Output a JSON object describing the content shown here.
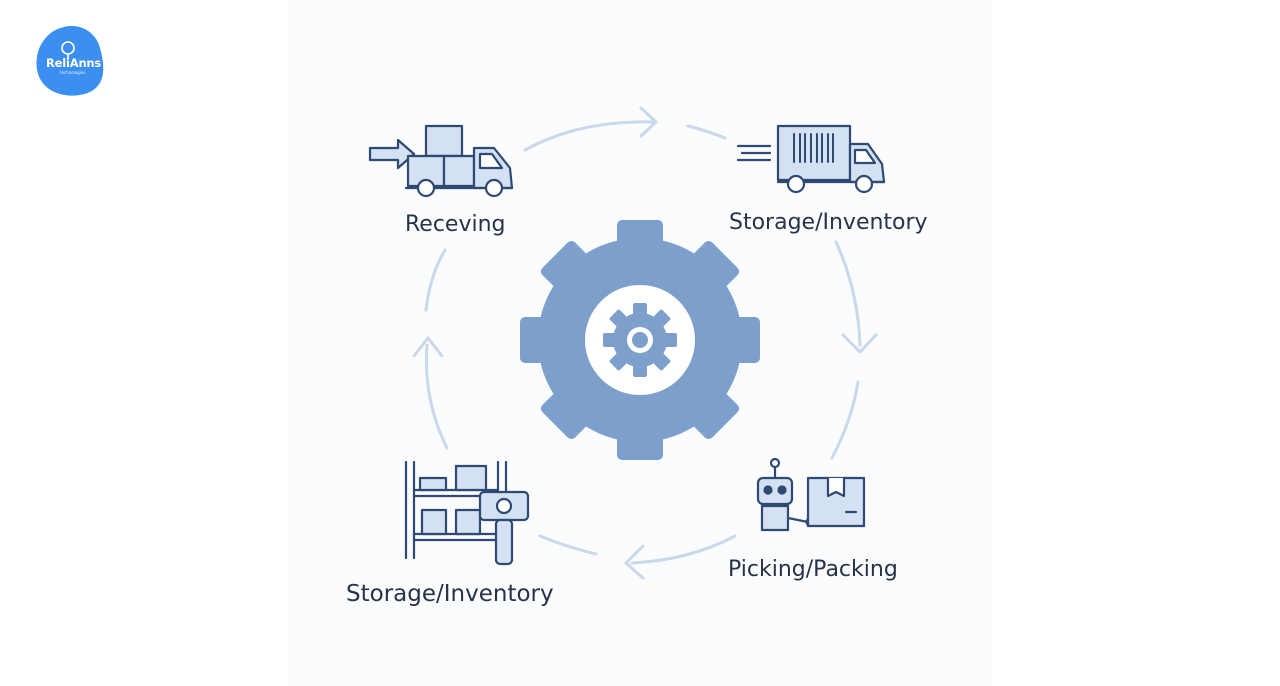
{
  "brand": {
    "name": "ReliAnns",
    "tagline": "technologies",
    "logo_color": "#3b8ff0"
  },
  "cycle": {
    "steps": [
      {
        "id": "receiving",
        "label": "Receving",
        "icon": "delivery-truck-arrow-icon"
      },
      {
        "id": "storage_top",
        "label": "Storage/Inventory",
        "icon": "barcode-truck-icon"
      },
      {
        "id": "picking",
        "label": "Picking/Packing",
        "icon": "robot-package-icon"
      },
      {
        "id": "storage_bottom",
        "label": "Storage/Inventory",
        "icon": "shelving-scanner-icon"
      }
    ],
    "center_icon": "gear-icon",
    "colors": {
      "gear": "#7d9fcc",
      "line": "#2f4a72",
      "fill": "#d3e1f2",
      "arrow": "#c9d8ea",
      "text": "#273347"
    }
  }
}
